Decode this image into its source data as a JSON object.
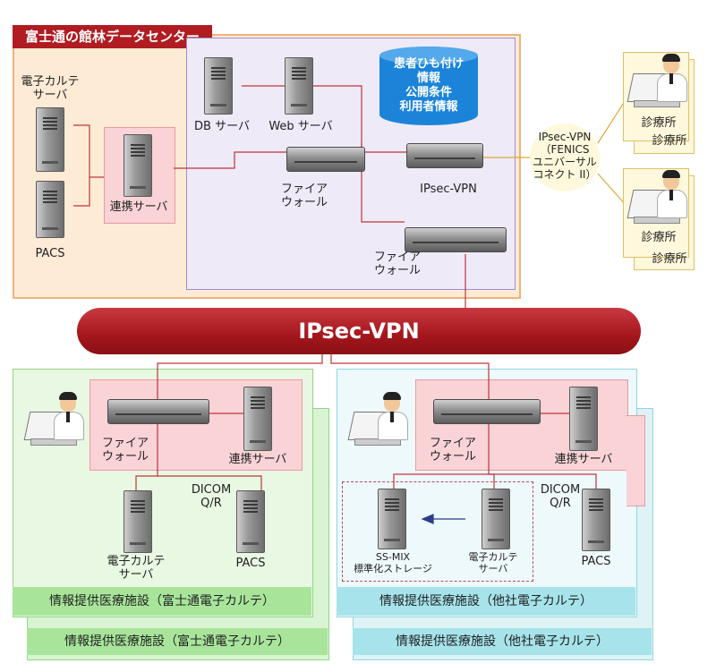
{
  "datacenter": {
    "title": "富士通の館林データセンター",
    "ehr_server": "電子カルテ\nサーバ",
    "pacs": "PACS",
    "link_server": "連携サーバ",
    "db_server": "DB サーバ",
    "web_server": "Web サーバ",
    "firewall_1": "ファイア\nウォール",
    "firewall_2": "ファイア\nウォール",
    "ipsec_appliance": "IPsec-VPN",
    "database_text": "患者ひも付け\n情報\n公開条件\n利用者情報"
  },
  "ipsec_bar": "IPsec-VPN",
  "fenics_label": "IPsec-VPN\n（FENICS\nユニバーサル\nコネクト II）",
  "clinics": [
    "診療所",
    "診療所",
    "診療所",
    "診療所"
  ],
  "fujitsu_facility": {
    "firewall": "ファイア\nウォール",
    "link_server": "連携サーバ",
    "dicom": "DICOM\nQ/R",
    "ehr_server": "電子カルテ\nサーバ",
    "pacs": "PACS",
    "label_front": "情報提供医療施設（富士通電子カルテ）",
    "label_back": "情報提供医療施設（富士通電子カルテ）"
  },
  "other_facility": {
    "firewall": "ファイア\nウォール",
    "link_server": "連携サーバ",
    "dicom": "DICOM\nQ/R",
    "ssmix": "SS-MIX\n標準化ストレージ",
    "ehr_server": "電子カルテ\nサーバ",
    "pacs": "PACS",
    "label_front": "情報提供医療施設（他社電子カルテ）",
    "label_back": "情報提供医療施設（他社電子カルテ）"
  },
  "colors": {
    "accent_red": "#b01c22",
    "datacenter_fill": "#fdebd6",
    "datacenter_border": "#f0b27a",
    "inner_fill": "#eeeaf8",
    "inner_border": "#9b8fd0",
    "pink_fill": "#f9d3d6",
    "pink_border": "#e79aa1",
    "green_fill": "#d9f4d2",
    "green_label": "#a8e59b",
    "cyan_fill": "#dff3f6",
    "cyan_label": "#a6e3ea",
    "db_blue": "#1b84d9"
  },
  "icons": [
    "server-icon",
    "network-appliance-icon",
    "database-icon",
    "doctor-pc-icon",
    "arrow-left-icon"
  ]
}
